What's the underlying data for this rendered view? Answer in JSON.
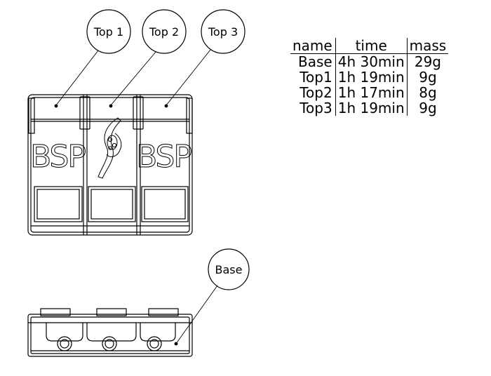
{
  "callouts": {
    "top1": "Top 1",
    "top2": "Top 2",
    "top3": "Top 3",
    "base": "Base"
  },
  "logo_text": "BSP",
  "table": {
    "headers": [
      "name",
      "time",
      "mass"
    ],
    "rows": [
      [
        "Base",
        "4h 30min",
        "29g"
      ],
      [
        "Top1",
        "1h 19min",
        "9g"
      ],
      [
        "Top2",
        "1h 17min",
        "8g"
      ],
      [
        "Top3",
        "1h 19min",
        "9g"
      ]
    ]
  }
}
